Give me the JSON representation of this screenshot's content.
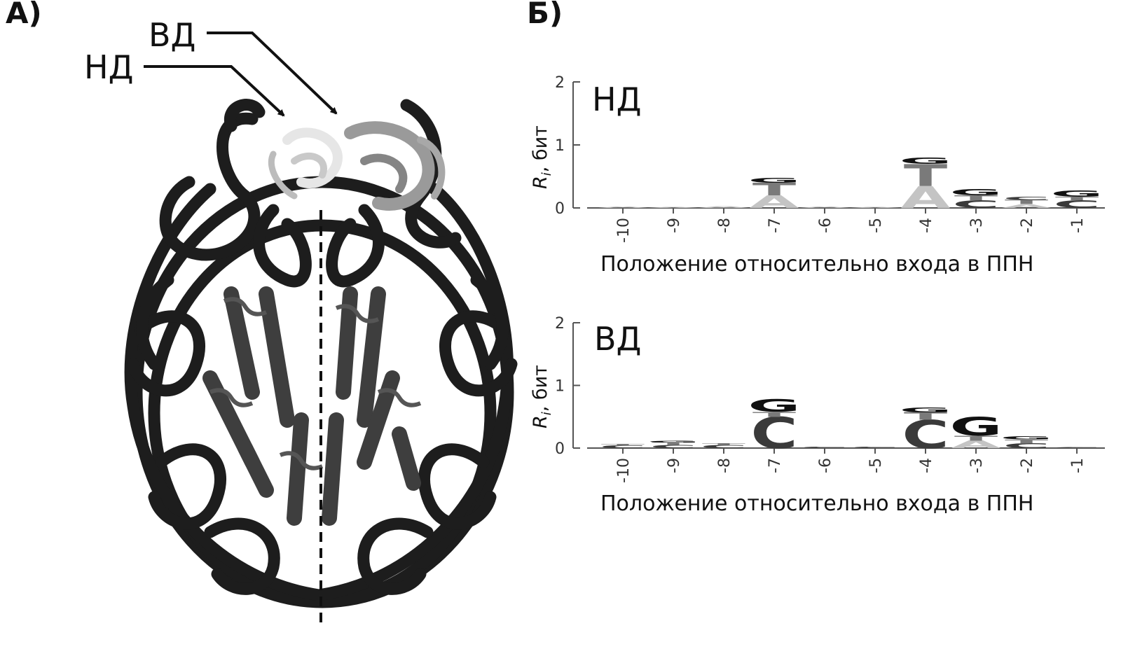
{
  "panel_a": {
    "label": "А)",
    "callouts": [
      {
        "text": "ВД",
        "key": "vd"
      },
      {
        "text": "НД",
        "key": "nd"
      }
    ]
  },
  "panel_b": {
    "label": "Б)",
    "plots": [
      {
        "name": "НД",
        "ylabel_main": "R",
        "ylabel_sub": "i",
        "ylabel_rest": ", бит",
        "yticks": [
          "0",
          "1",
          "2"
        ],
        "xlabel": "Положение относительно входа в ППН",
        "xticks": [
          "-10",
          "-9",
          "-8",
          "-7",
          "-6",
          "-5",
          "-4",
          "-3",
          "-2",
          "-1"
        ]
      },
      {
        "name": "ВД",
        "ylabel_main": "R",
        "ylabel_sub": "i",
        "ylabel_rest": ", бит",
        "yticks": [
          "0",
          "1",
          "2"
        ],
        "xlabel": "Положение относительно входа в ППН",
        "xticks": [
          "-10",
          "-9",
          "-8",
          "-7",
          "-6",
          "-5",
          "-4",
          "-3",
          "-2",
          "-1"
        ]
      }
    ]
  },
  "chart_data": [
    {
      "type": "bar",
      "title": "НД",
      "ylabel": "Ri, бит",
      "xlabel": "Положение относительно входа в ППН",
      "ylim": [
        0,
        2
      ],
      "categories": [
        "-10",
        "-9",
        "-8",
        "-7",
        "-6",
        "-5",
        "-4",
        "-3",
        "-2",
        "-1"
      ],
      "stacks": [
        [
          {
            "letter": "A",
            "h": 0.02
          }
        ],
        [
          {
            "letter": "A",
            "h": 0.01
          }
        ],
        [
          {
            "letter": "A",
            "h": 0.03
          }
        ],
        [
          {
            "letter": "A",
            "h": 0.2
          },
          {
            "letter": "T",
            "h": 0.2
          },
          {
            "letter": "G",
            "h": 0.08
          }
        ],
        [
          {
            "letter": "A",
            "h": 0.02
          }
        ],
        [
          {
            "letter": "A",
            "h": 0.01
          }
        ],
        [
          {
            "letter": "A",
            "h": 0.35
          },
          {
            "letter": "T",
            "h": 0.35
          },
          {
            "letter": "G",
            "h": 0.1
          }
        ],
        [
          {
            "letter": "C",
            "h": 0.12
          },
          {
            "letter": "T",
            "h": 0.08
          },
          {
            "letter": "G",
            "h": 0.1
          }
        ],
        [
          {
            "letter": "A",
            "h": 0.06
          },
          {
            "letter": "T",
            "h": 0.07
          },
          {
            "letter": "C",
            "h": 0.05
          }
        ],
        [
          {
            "letter": "C",
            "h": 0.12
          },
          {
            "letter": "T",
            "h": 0.06
          },
          {
            "letter": "G",
            "h": 0.1
          }
        ]
      ],
      "colors": {
        "A": "#c4c4c4",
        "T": "#7a7a7a",
        "C": "#3a3a3a",
        "G": "#111111"
      }
    },
    {
      "type": "bar",
      "title": "ВД",
      "ylabel": "Ri, бит",
      "xlabel": "Положение относительно входа в ППН",
      "ylim": [
        0,
        2
      ],
      "categories": [
        "-10",
        "-9",
        "-8",
        "-7",
        "-6",
        "-5",
        "-4",
        "-3",
        "-2",
        "-1"
      ],
      "stacks": [
        [
          {
            "letter": "C",
            "h": 0.04
          },
          {
            "letter": "T",
            "h": 0.03
          }
        ],
        [
          {
            "letter": "C",
            "h": 0.05
          },
          {
            "letter": "T",
            "h": 0.04
          },
          {
            "letter": "G",
            "h": 0.03
          }
        ],
        [
          {
            "letter": "C",
            "h": 0.05
          },
          {
            "letter": "T",
            "h": 0.03
          }
        ],
        [
          {
            "letter": "C",
            "h": 0.5
          },
          {
            "letter": "T",
            "h": 0.08
          },
          {
            "letter": "G",
            "h": 0.2
          }
        ],
        [
          {
            "letter": "C",
            "h": 0.02
          }
        ],
        [
          {
            "letter": "C",
            "h": 0.02
          }
        ],
        [
          {
            "letter": "C",
            "h": 0.45
          },
          {
            "letter": "T",
            "h": 0.12
          },
          {
            "letter": "G",
            "h": 0.08
          }
        ],
        [
          {
            "letter": "A",
            "h": 0.12
          },
          {
            "letter": "T",
            "h": 0.08
          },
          {
            "letter": "G",
            "h": 0.3
          }
        ],
        [
          {
            "letter": "C",
            "h": 0.08
          },
          {
            "letter": "T",
            "h": 0.06
          },
          {
            "letter": "G",
            "h": 0.05
          }
        ],
        [
          {
            "letter": "C",
            "h": 0.01
          }
        ]
      ],
      "colors": {
        "A": "#c4c4c4",
        "T": "#7a7a7a",
        "C": "#3a3a3a",
        "G": "#111111"
      }
    }
  ]
}
